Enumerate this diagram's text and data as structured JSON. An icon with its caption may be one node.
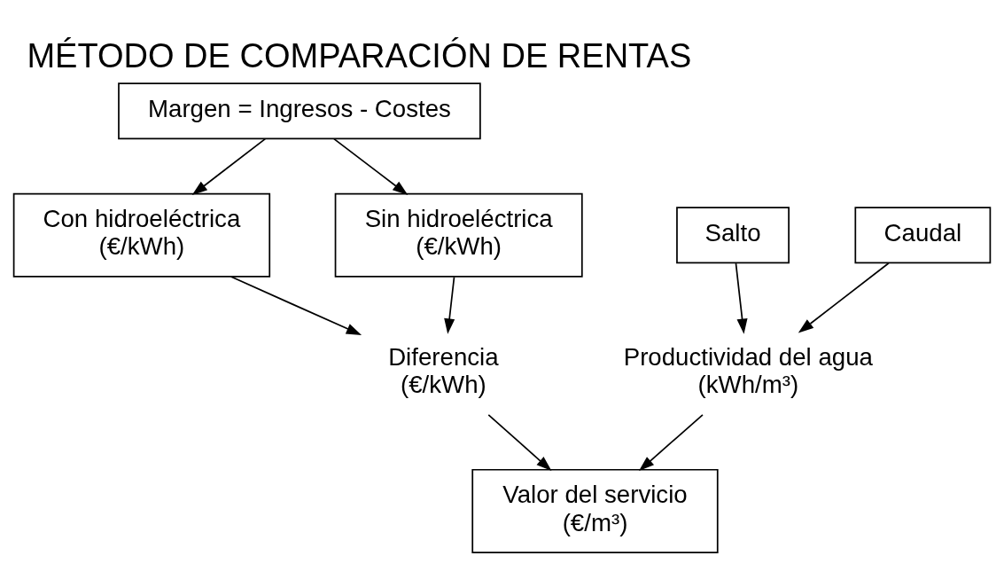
{
  "diagram": {
    "title": "MÉTODO DE COMPARACIÓN DE RENTAS",
    "nodes": [
      {
        "text": [
          "Margen = Ingresos - Costes"
        ]
      },
      {
        "text": [
          "Con hidroeléctrica (€/kWh)"
        ]
      },
      {
        "text": [
          "Sin hidroeléctrica (€/kWh)"
        ]
      },
      {
        "text": [
          "Salto"
        ]
      },
      {
        "text": [
          "Caudal"
        ]
      },
      {
        "text": [
          "Diferencia (€/kWh)"
        ]
      },
      {
        "text": [
          "Productividad del agua (kWh/m³)"
        ]
      },
      {
        "text": [
          "Valor del servicio (€/m³)"
        ]
      }
    ],
    "edges": [
      {
        "from": 0,
        "to": 1,
        "arrow": "to"
      },
      {
        "from": 0,
        "to": 2,
        "arrow": "to"
      },
      {
        "from": 1,
        "to": 5,
        "arrow": "to"
      },
      {
        "from": 2,
        "to": 5,
        "arrow": "to"
      },
      {
        "from": 3,
        "to": 6,
        "arrow": "to"
      },
      {
        "from": 4,
        "to": 6,
        "arrow": "to"
      },
      {
        "from": 5,
        "to": 7,
        "arrow": "to"
      },
      {
        "from": 6,
        "to": 7,
        "arrow": "to"
      }
    ]
  }
}
